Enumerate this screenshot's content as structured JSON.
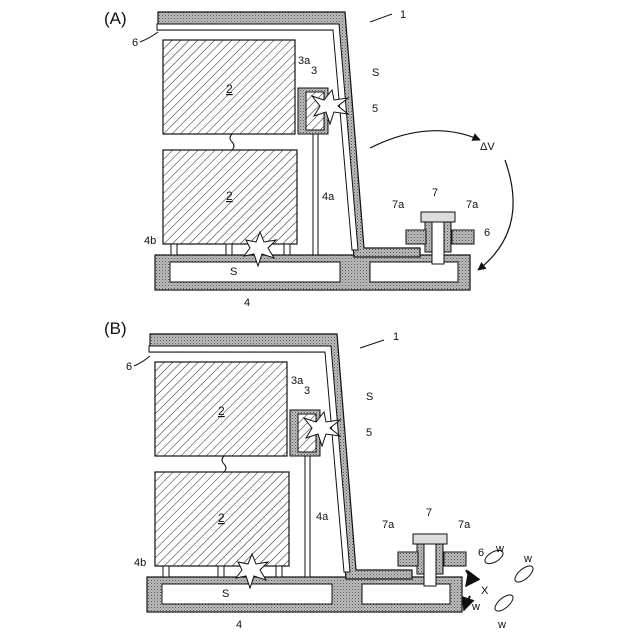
{
  "panels": [
    {
      "id": "A",
      "label": "(A)",
      "labels": {
        "device": "1",
        "battery_upper": "2",
        "battery_lower": "2",
        "cover": "6",
        "plate": "3a",
        "terminal": "3",
        "spark_upper": "S",
        "wall": "5",
        "delta_v": "ΔV",
        "stud": "4a",
        "bolt": "7",
        "collar_left": "7a",
        "collar_right": "7a",
        "flange": "6",
        "foot": "4b",
        "spark_lower": "S",
        "base": "4"
      }
    },
    {
      "id": "B",
      "label": "(B)",
      "labels": {
        "device": "1",
        "battery_upper": "2",
        "battery_lower": "2",
        "cover": "6",
        "plate": "3a",
        "terminal": "3",
        "spark_upper": "S",
        "wall": "5",
        "stud": "4a",
        "bolt": "7",
        "collar_left": "7a",
        "collar_right": "7a",
        "flange": "6",
        "foot": "4b",
        "spark_lower": "S",
        "base": "4",
        "gap": "X",
        "water": [
          "w",
          "w",
          "w",
          "w"
        ]
      }
    }
  ],
  "colors": {
    "line": "#111111",
    "fill": "#ffffff",
    "spark": "#ffffff"
  }
}
